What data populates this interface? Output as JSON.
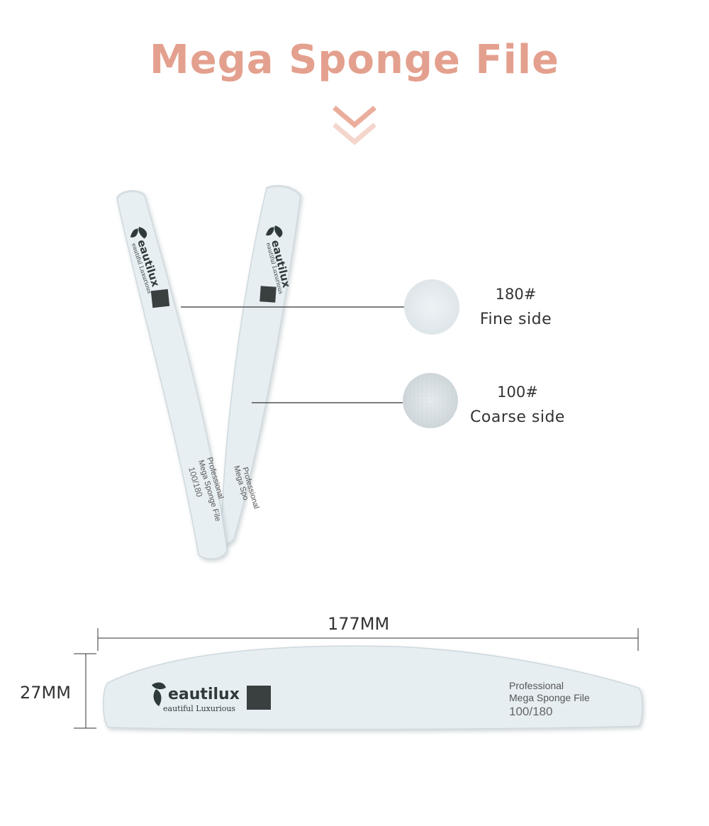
{
  "title": "Mega Sponge File",
  "colors": {
    "title": "#e4a08e",
    "chevron": "#e9a491",
    "file_body": "#e6eef2",
    "file_edge": "#cfd9de",
    "line": "#333333",
    "fine_swatch": "#e4eaee",
    "coarse_swatch": "#dbe2e5",
    "logo": "#2f3a3a"
  },
  "icons": [
    "double-chevron-down-icon",
    "leaf-logo-icon"
  ],
  "brand": {
    "name": "eautilux",
    "tagline": "eautiful Luxurious"
  },
  "file_print": {
    "line1": "Professional",
    "line2": "Mega Sponge File",
    "grit": "100/180",
    "line2_cut": "Mega Spo"
  },
  "grits": [
    {
      "number": "180#",
      "side": "Fine side"
    },
    {
      "number": "100#",
      "side": "Coarse side"
    }
  ],
  "dimensions": {
    "length": "177MM",
    "width": "27MM"
  }
}
